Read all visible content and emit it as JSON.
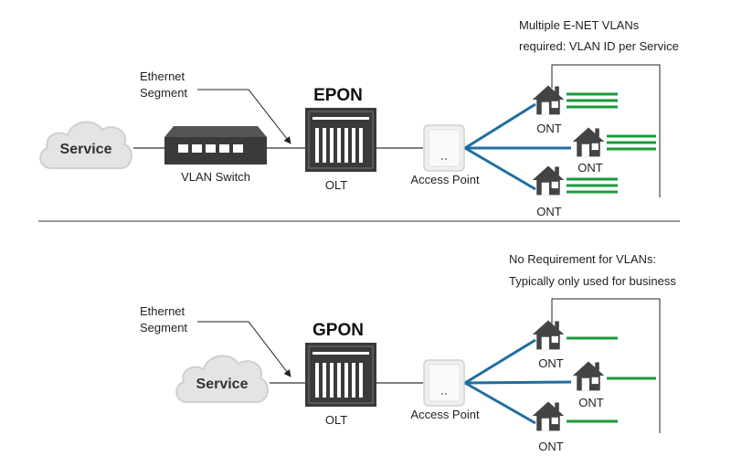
{
  "top": {
    "service_label": "Service",
    "switch_label": "VLAN Switch",
    "ethernet_label_1": "Ethernet",
    "ethernet_label_2": "Segment",
    "pon_label": "EPON",
    "olt_label": "OLT",
    "ap_label": "Access Point",
    "note_line_1": "Multiple E-NET VLANs",
    "note_line_2": "required: VLAN ID per Service",
    "ont_labels": [
      "ONT",
      "ONT",
      "ONT"
    ]
  },
  "bottom": {
    "service_label": "Service",
    "ethernet_label_1": "Ethernet",
    "ethernet_label_2": "Segment",
    "pon_label": "GPON",
    "olt_label": "OLT",
    "ap_label": "Access Point",
    "note_line_1": "No Requirement for VLANs:",
    "note_line_2": "Typically only used for business",
    "ont_labels": [
      "ONT",
      "ONT",
      "ONT"
    ]
  },
  "colors": {
    "fiber": "#1f6fa0",
    "service_green": "#1a9a3a",
    "device_dark": "#3a3a3a",
    "cloud_fill": "#e4e4e4"
  }
}
